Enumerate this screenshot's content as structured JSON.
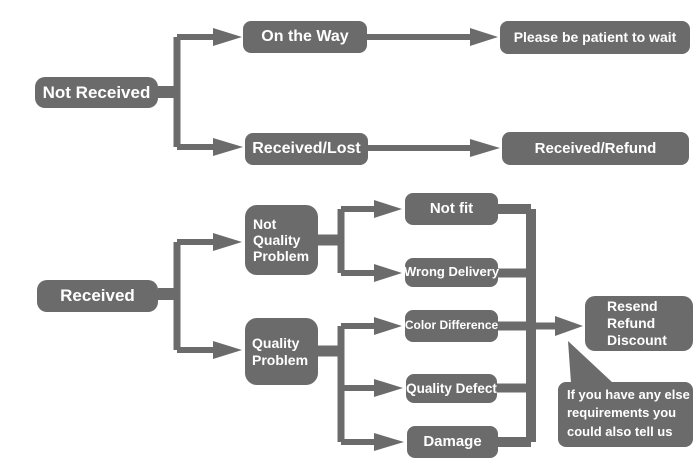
{
  "diagram": {
    "type": "flowchart",
    "colors": {
      "node": "#6b6b6b",
      "text": "#ffffff",
      "background": "#ffffff"
    },
    "nodes": {
      "not_received": {
        "label": "Not Received"
      },
      "on_the_way": {
        "label": "On the Way"
      },
      "please_wait": {
        "label": "Please be patient to wait"
      },
      "received_lost": {
        "label": "Received/Lost"
      },
      "received_refund": {
        "label": "Received/Refund"
      },
      "received": {
        "label": "Received"
      },
      "not_quality_problem": {
        "label": "Not\nQuality\nProblem"
      },
      "quality_problem": {
        "label": "Quality\nProblem"
      },
      "not_fit": {
        "label": "Not fit"
      },
      "wrong_delivery": {
        "label": "Wrong Delivery"
      },
      "color_difference": {
        "label": "Color Difference"
      },
      "quality_defect": {
        "label": "Quality Defect"
      },
      "damage": {
        "label": "Damage"
      },
      "resend_refund_discount": {
        "label": "Resend\nRefund\nDiscount"
      },
      "note": {
        "label": "If you have any else\nrequirements you\ncould also tell us"
      }
    },
    "edges": [
      "Not Received -> On the Way",
      "Not Received -> Received/Lost",
      "On the Way -> Please be patient to wait",
      "Received/Lost -> Received/Refund",
      "Received -> Not Quality Problem",
      "Received -> Quality Problem",
      "Not Quality Problem -> Not fit",
      "Not Quality Problem -> Wrong Delivery",
      "Quality Problem -> Color Difference",
      "Quality Problem -> Quality Defect",
      "Quality Problem -> Damage",
      "Not fit, Wrong Delivery, Color Difference, Quality Defect, Damage -> Resend Refund Discount"
    ]
  }
}
